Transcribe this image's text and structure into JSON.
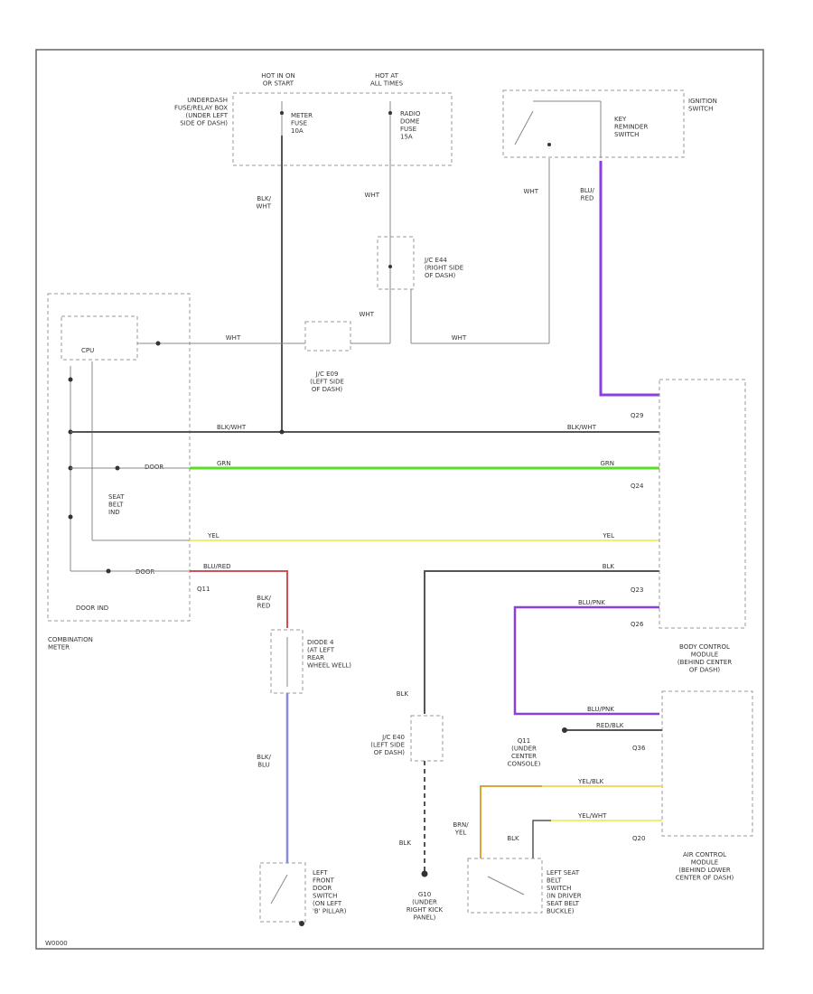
{
  "diagram_id": "W0000",
  "labels": {
    "hot_run": "HOT IN ON\nOR START",
    "hot_all": "HOT AT\nALL TIMES",
    "underdash_fuse": "UNDERDASH\nFUSE/RELAY BOX\n(UNDER LEFT\nSIDE OF DASH)",
    "meter_fuse": "METER\nFUSE\n10A",
    "radio_fuse": "RADIO\nDOME\nFUSE\n15A",
    "ignition_switch": "IGNITION\nSWITCH",
    "key_reminder": "KEY\nREMINDER\nSWITCH",
    "jc_e44": "J/C E44\n(RIGHT SIDE\nOF DASH)",
    "jc_e09": "J/C E09\n(LEFT SIDE\nOF DASH)",
    "jc_e40": "J/C E40\n(LEFT SIDE\nOF DASH)",
    "cpu": "CPU",
    "seat_belt_ind": "SEAT\nBELT\nIND",
    "door_ind": "DOOR IND",
    "combination_meter": "COMBINATION\nMETER",
    "diode": "DIODE 4\n(AT LEFT\nREAR\nWHEEL WELL)",
    "left_front_door_switch": "LEFT\nFRONT\nDOOR\nSWITCH\n(ON LEFT\n'B' PILLAR)",
    "ground_g10": "G10\n(UNDER\nRIGHT KICK\nPANEL)",
    "left_seat_belt_switch": "LEFT SEAT\nBELT\nSWITCH\n(IN DRIVER\nSEAT BELT\nBUCKLE)",
    "bcm": "BODY CONTROL\nMODULE\n(BEHIND CENTER\nOF DASH)",
    "airbag": "AIR CONTROL\nMODULE\n(BEHIND LOWER\nCENTER OF DASH)",
    "q11_under_console": "Q11\n(UNDER\nCENTER\nCONSOLE)"
  },
  "wires": {
    "blk_wht": "BLK/\nWHT",
    "wht": "WHT",
    "blu_red": "BLU/\nRED",
    "blk_wht_run": "BLK/WHT",
    "grn": "GRN",
    "yel": "YEL",
    "blu_red_run": "BLU/RED",
    "blk": "BLK",
    "blu_pnk": "BLU/PNK",
    "red_blk": "RED/BLK",
    "yel_blk": "YEL/BLK",
    "yel_wht": "YEL/WHT",
    "brn_yel": "BRN/\nYEL",
    "blk_blu": "BLK/\nBLU",
    "blk_red": "BLK/\nRED",
    "door_sig": "DOOR",
    "doora_sig": "DOOR"
  },
  "connectors": {
    "q29": "Q29",
    "q24": "Q24",
    "q23": "Q23",
    "q26": "Q26",
    "q11": "Q11",
    "q20": "Q20",
    "q36": "Q36"
  },
  "colors": {
    "violet": "#8a3fe0",
    "green": "#5adc2a",
    "yellow": "#f0f070",
    "red": "#d0505a",
    "blue": "#8888dd",
    "orange": "#e0a23a",
    "dark": "#555555",
    "gray": "#999999"
  }
}
